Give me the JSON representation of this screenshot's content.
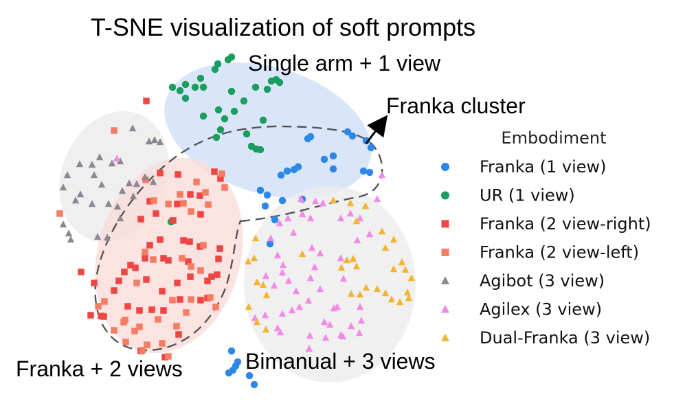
{
  "chart_data": {
    "type": "scatter",
    "title": "T-SNE visualization of soft prompts",
    "xlabel": "",
    "ylabel": "",
    "axes_visible": false,
    "grid": false,
    "legend": {
      "title": "Embodiment",
      "position": "right"
    },
    "annotations": [
      {
        "text": "Single arm + 1 view"
      },
      {
        "text": "Franka cluster",
        "arrow": true
      },
      {
        "text": "Franka + 2 views"
      },
      {
        "text": "Bimanual + 3 views"
      }
    ],
    "regions": [
      {
        "name": "Single arm + 1 view",
        "color": "#cfe0f7",
        "center": [
          390,
          190
        ],
        "radii": [
          155,
          92
        ],
        "rotation_deg": 17,
        "style": "filled"
      },
      {
        "name": "Agibot",
        "color": "#ebebeb",
        "center": [
          166,
          257
        ],
        "radii": [
          76,
          98
        ],
        "rotation_deg": 22,
        "style": "filled"
      },
      {
        "name": "Franka + 2 views",
        "color": "#f9dcd9",
        "center": [
          246,
          372
        ],
        "radii": [
          104,
          145
        ],
        "rotation_deg": 16,
        "style": "filled"
      },
      {
        "name": "Bimanual + 3 views",
        "color": "#ececec",
        "center": [
          480,
          414
        ],
        "radii": [
          125,
          143
        ],
        "rotation_deg": 0,
        "style": "filled"
      }
    ],
    "series": [
      {
        "name": "Franka (1 view)",
        "marker": "circle",
        "color": "#2e86e8",
        "points": [
          [
            506,
            192
          ],
          [
            513,
            198
          ],
          [
            533,
            205
          ],
          [
            540,
            215
          ],
          [
            452,
            199
          ],
          [
            448,
            202
          ],
          [
            485,
            227
          ],
          [
            472,
            232
          ],
          [
            434,
            243
          ],
          [
            428,
            247
          ],
          [
            409,
            255
          ],
          [
            418,
            249
          ],
          [
            485,
            246
          ],
          [
            529,
            249
          ],
          [
            538,
            251
          ],
          [
            379,
            277
          ],
          [
            389,
            284
          ],
          [
            386,
            300
          ],
          [
            411,
            292
          ],
          [
            440,
            290
          ],
          [
            400,
            320
          ],
          [
            393,
            355
          ],
          [
            337,
            511
          ],
          [
            346,
            527
          ],
          [
            343,
            533
          ],
          [
            339,
            539
          ],
          [
            333,
            543
          ],
          [
            363,
            547
          ],
          [
            370,
            560
          ]
        ]
      },
      {
        "name": "UR (1 view)",
        "marker": "circle",
        "color": "#1a9e5f",
        "points": [
          [
            337,
            83
          ],
          [
            332,
            87
          ],
          [
            317,
            93
          ],
          [
            313,
            101
          ],
          [
            292,
            114
          ],
          [
            270,
            123
          ],
          [
            296,
            127
          ],
          [
            251,
            127
          ],
          [
            262,
            132
          ],
          [
            270,
            143
          ],
          [
            284,
            127
          ],
          [
            337,
            133
          ],
          [
            355,
            147
          ],
          [
            372,
            127
          ],
          [
            389,
            130
          ],
          [
            402,
            116
          ],
          [
            407,
            120
          ],
          [
            395,
            118
          ],
          [
            318,
            160
          ],
          [
            341,
            162
          ],
          [
            383,
            175
          ],
          [
            296,
            169
          ],
          [
            327,
            173
          ],
          [
            359,
            195
          ],
          [
            366,
            213
          ],
          [
            373,
            217
          ],
          [
            379,
            218
          ],
          [
            321,
            189
          ],
          [
            315,
            200
          ],
          [
            249,
            323
          ]
        ]
      },
      {
        "name": "Franka (2 view-right)",
        "marker": "square",
        "color": "#f04545",
        "points": [
          [
            213,
            147
          ],
          [
            233,
            252
          ],
          [
            259,
            254
          ],
          [
            312,
            250
          ],
          [
            321,
            260
          ],
          [
            277,
            283
          ],
          [
            291,
            285
          ],
          [
            258,
            297
          ],
          [
            292,
            312
          ],
          [
            218,
            293
          ],
          [
            227,
            311
          ],
          [
            205,
            319
          ],
          [
            252,
            321
          ],
          [
            267,
            350
          ],
          [
            276,
            352
          ],
          [
            233,
            349
          ],
          [
            218,
            357
          ],
          [
            211,
            376
          ],
          [
            238,
            376
          ],
          [
            197,
            390
          ],
          [
            213,
            407
          ],
          [
            245,
            379
          ],
          [
            291,
            359
          ],
          [
            320,
            362
          ],
          [
            318,
            377
          ],
          [
            190,
            386
          ],
          [
            181,
            396
          ],
          [
            173,
            409
          ],
          [
            166,
            423
          ],
          [
            186,
            446
          ],
          [
            203,
            452
          ],
          [
            221,
            451
          ],
          [
            238,
            452
          ],
          [
            258,
            412
          ],
          [
            262,
            436
          ],
          [
            274,
            381
          ],
          [
            277,
            403
          ],
          [
            302,
            409
          ],
          [
            302,
            434
          ],
          [
            292,
            437
          ],
          [
            308,
            403
          ],
          [
            316,
            400
          ],
          [
            151,
            461
          ],
          [
            132,
            459
          ],
          [
            147,
            460
          ],
          [
            118,
            396
          ],
          [
            137,
            412
          ],
          [
            260,
            487
          ],
          [
            240,
            520
          ],
          [
            205,
            511
          ],
          [
            236,
            424
          ]
        ]
      },
      {
        "name": "Franka (2 view-left)",
        "marker": "square",
        "color": "#f77c64",
        "points": [
          [
            166,
            190
          ],
          [
            87,
            311
          ],
          [
            212,
            262
          ],
          [
            224,
            292
          ],
          [
            245,
            297
          ],
          [
            262,
            283
          ],
          [
            267,
            296
          ],
          [
            299,
            280
          ],
          [
            286,
            265
          ],
          [
            323,
            253
          ],
          [
            327,
            273
          ],
          [
            303,
            298
          ],
          [
            278,
            308
          ],
          [
            211,
            367
          ],
          [
            223,
            378
          ],
          [
            265,
            376
          ],
          [
            296,
            357
          ],
          [
            278,
            388
          ],
          [
            292,
            394
          ],
          [
            306,
            433
          ],
          [
            278,
            436
          ],
          [
            251,
            437
          ],
          [
            230,
            465
          ],
          [
            203,
            476
          ],
          [
            196,
            482
          ],
          [
            182,
            466
          ],
          [
            180,
            469
          ],
          [
            152,
            439
          ],
          [
            143,
            446
          ],
          [
            166,
            481
          ],
          [
            183,
            498
          ],
          [
            214,
            502
          ],
          [
            236,
            500
          ],
          [
            257,
            475
          ],
          [
            271,
            455
          ],
          [
            314,
            447
          ],
          [
            207,
            510
          ],
          [
            245,
            519
          ],
          [
            199,
            412
          ]
        ]
      },
      {
        "name": "Agibot (3 view)",
        "marker": "triangle",
        "color": "#8d8793",
        "points": [
          [
            193,
            187
          ],
          [
            217,
            206
          ],
          [
            225,
            204
          ],
          [
            233,
            207
          ],
          [
            145,
            229
          ],
          [
            163,
            238
          ],
          [
            175,
            235
          ],
          [
            116,
            239
          ],
          [
            134,
            240
          ],
          [
            98,
            255
          ],
          [
            137,
            255
          ],
          [
            188,
            267
          ],
          [
            211,
            258
          ],
          [
            199,
            268
          ],
          [
            223,
            265
          ],
          [
            148,
            269
          ],
          [
            92,
            273
          ],
          [
            117,
            283
          ],
          [
            134,
            297
          ],
          [
            110,
            292
          ],
          [
            158,
            297
          ],
          [
            171,
            301
          ],
          [
            92,
            327
          ],
          [
            100,
            340
          ],
          [
            103,
            349
          ],
          [
            142,
            345
          ],
          [
            156,
            346
          ],
          [
            175,
            318
          ],
          [
            194,
            286
          ],
          [
            178,
            278
          ]
        ]
      },
      {
        "name": "Agilex (3 view)",
        "marker": "triangle",
        "color": "#f28ae8",
        "points": [
          [
            170,
            231
          ],
          [
            556,
            255
          ],
          [
            549,
            290
          ],
          [
            438,
            290
          ],
          [
            427,
            339
          ],
          [
            404,
            372
          ],
          [
            412,
            386
          ],
          [
            411,
            397
          ],
          [
            420,
            409
          ],
          [
            399,
            416
          ],
          [
            431,
            424
          ],
          [
            458,
            389
          ],
          [
            452,
            405
          ],
          [
            466,
            421
          ],
          [
            436,
            447
          ],
          [
            449,
            438
          ],
          [
            472,
            469
          ],
          [
            480,
            473
          ],
          [
            491,
            447
          ],
          [
            500,
            406
          ],
          [
            486,
            449
          ],
          [
            524,
            447
          ],
          [
            526,
            467
          ],
          [
            523,
            485
          ],
          [
            496,
            488
          ],
          [
            499,
            490
          ],
          [
            474,
            492
          ],
          [
            450,
            508
          ],
          [
            411,
            457
          ],
          [
            386,
            459
          ],
          [
            404,
            478
          ],
          [
            371,
            463
          ],
          [
            387,
            402
          ],
          [
            394,
            347
          ],
          [
            407,
            325
          ],
          [
            440,
            312
          ],
          [
            454,
            361
          ],
          [
            466,
            369
          ],
          [
            496,
            376
          ],
          [
            520,
            350
          ],
          [
            538,
            341
          ],
          [
            524,
            318
          ],
          [
            510,
            311
          ],
          [
            496,
            318
          ],
          [
            470,
            296
          ],
          [
            459,
            293
          ],
          [
            452,
            318
          ],
          [
            419,
            318
          ],
          [
            408,
            484
          ],
          [
            425,
            452
          ],
          [
            451,
            489
          ],
          [
            511,
            475
          ]
        ]
      },
      {
        "name": "Dual-Franka (3 view)",
        "marker": "triangle",
        "color": "#f2b432",
        "points": [
          [
            485,
            292
          ],
          [
            510,
            296
          ],
          [
            532,
            300
          ],
          [
            519,
            322
          ],
          [
            556,
            337
          ],
          [
            573,
            349
          ],
          [
            561,
            361
          ],
          [
            585,
            382
          ],
          [
            590,
            393
          ],
          [
            573,
            392
          ],
          [
            599,
            405
          ],
          [
            593,
            426
          ],
          [
            570,
            436
          ],
          [
            582,
            440
          ],
          [
            595,
            434
          ],
          [
            561,
            427
          ],
          [
            549,
            421
          ],
          [
            533,
            419
          ],
          [
            524,
            429
          ],
          [
            511,
            428
          ],
          [
            519,
            388
          ],
          [
            514,
            377
          ],
          [
            497,
            390
          ],
          [
            505,
            379
          ],
          [
            372,
            347
          ],
          [
            361,
            381
          ],
          [
            374,
            411
          ],
          [
            383,
            415
          ],
          [
            388,
            430
          ],
          [
            362,
            447
          ],
          [
            374,
            469
          ],
          [
            387,
            480
          ],
          [
            370,
            376
          ],
          [
            440,
            370
          ]
        ]
      }
    ],
    "overlays": [
      {
        "name": "Franka cluster",
        "style": "dashed"
      },
      {
        "name": "Franka + 2 views",
        "style": "dashed"
      }
    ]
  }
}
